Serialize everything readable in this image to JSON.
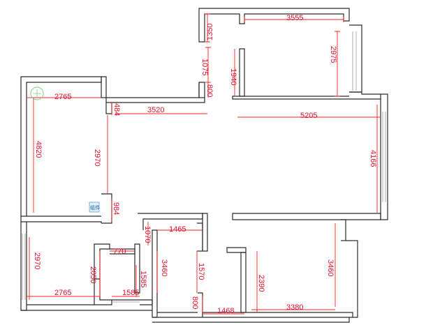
{
  "dimensions": {
    "d3555": "3555",
    "d1350": "1350",
    "d2975": "2975",
    "d1075": "1075",
    "d1940": "1940",
    "d800_top": "800",
    "d2765_top": "2765",
    "d484": "484",
    "d3520": "3520",
    "d5205": "5205",
    "d4820": "4820",
    "d2970_mid": "2970",
    "d4166": "4166",
    "d984": "984",
    "d1070": "1070",
    "d1465": "1465",
    "d770": "770",
    "d2970_left": "2970",
    "d2050": "2050",
    "d3460_a": "3460",
    "d1570": "1570",
    "d1585_v": "1585",
    "d2390": "2390",
    "d3460_b": "3460",
    "d2765_bot": "2765",
    "d1585_h": "1585",
    "d800_bot": "800",
    "d1468": "1468",
    "d3380": "3380"
  },
  "tag": {
    "label": "组件"
  },
  "colors": {
    "wall": "#2b2b2b",
    "dimension": "#ff2020",
    "text": "#e0102a"
  },
  "marker": "compass-icon"
}
